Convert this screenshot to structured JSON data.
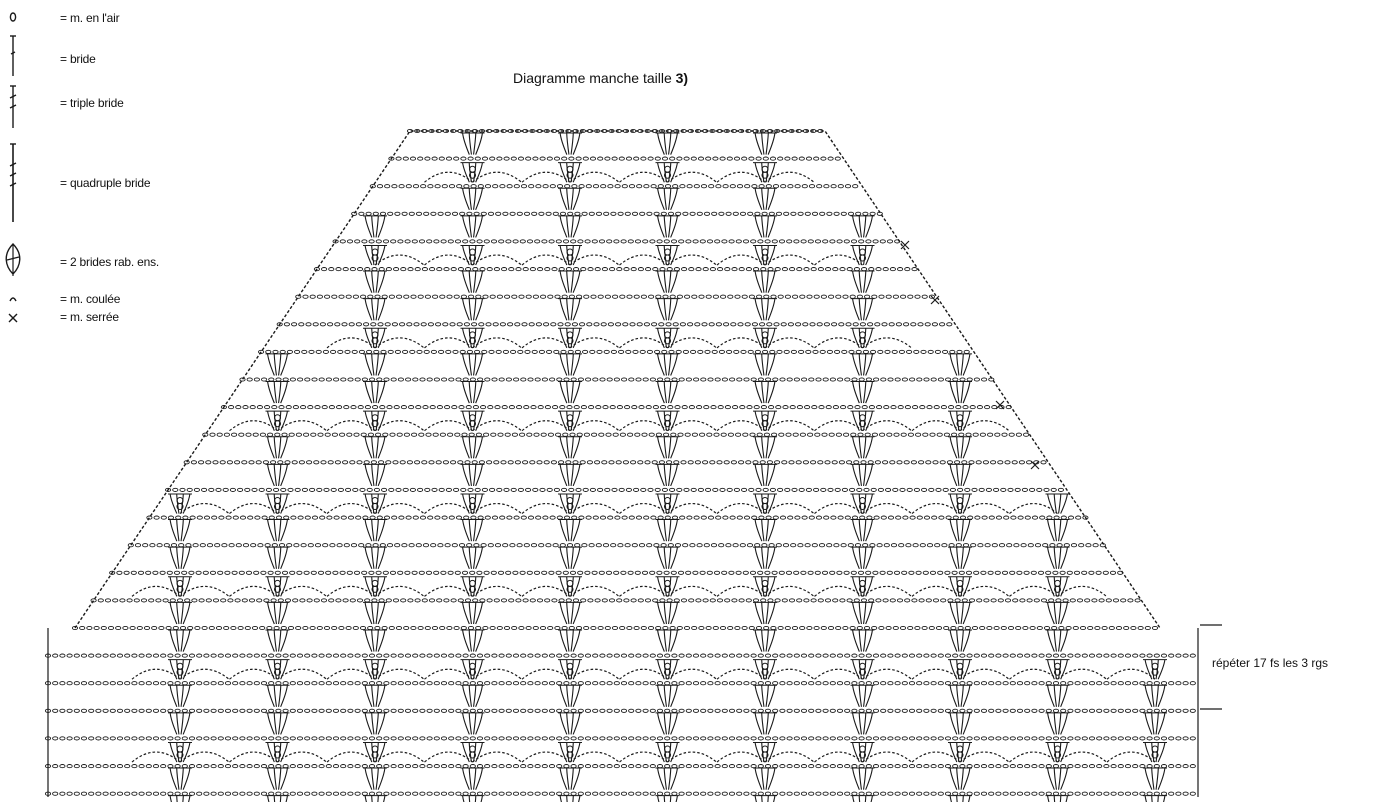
{
  "legend": [
    {
      "symbol": "chain-icon",
      "label": "= m. en l'air"
    },
    {
      "symbol": "double-crochet-icon",
      "label": "= bride"
    },
    {
      "symbol": "triple-crochet-icon",
      "label": "= triple bride"
    },
    {
      "symbol": "quadruple-crochet-icon",
      "label": "= quadruple bride"
    },
    {
      "symbol": "dc2tog-icon",
      "label": "= 2 brides rab. ens."
    },
    {
      "symbol": "slip-stitch-icon",
      "label": "= m. coulée"
    },
    {
      "symbol": "single-crochet-icon",
      "label": "= m. serrée"
    }
  ],
  "title": {
    "text": "Diagramme manche taille",
    "size": "3)"
  },
  "repeat_note": "répéter 17 fs les 3 rgs",
  "colors": {
    "ink": "#1a1a1a",
    "paper": "#ffffff"
  }
}
